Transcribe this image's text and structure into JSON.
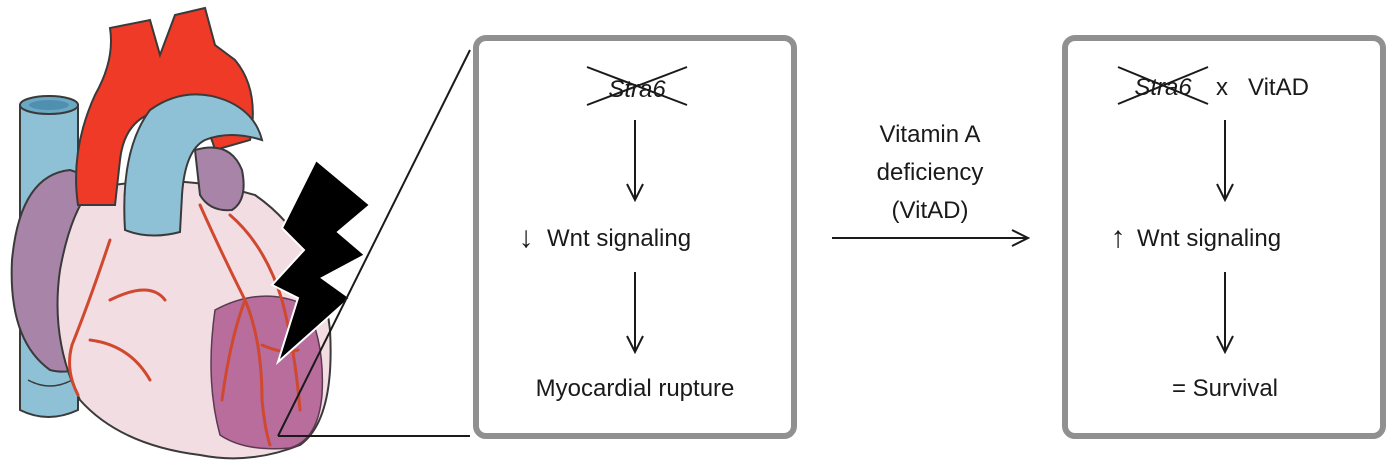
{
  "left_box": {
    "gene": "Stra6",
    "signaling_arrow": "↓",
    "signaling": "Wnt signaling",
    "outcome": "Myocardial rupture"
  },
  "transition": {
    "line1": "Vitamin A",
    "line2": "deficiency",
    "line3": "(VitAD)"
  },
  "right_box": {
    "gene": "Stra6",
    "cross_symbol": "x",
    "condition": "VitAD",
    "signaling_arrow": "↑",
    "signaling": "Wnt signaling",
    "outcome": "= Survival"
  },
  "colors": {
    "aorta": "#ee3a26",
    "vena_cava": "#8ec1d6",
    "atrium": "#a884a8",
    "ventricle": "#f2dde3",
    "infarct": "#b86d9c",
    "coronary": "#d0482e",
    "box_border": "#909090",
    "lightning": "#000000"
  },
  "icons": [
    "heart-illustration",
    "lightning-bolt-icon",
    "down-arrow-icon",
    "up-arrow-icon",
    "right-arrow-icon"
  ]
}
